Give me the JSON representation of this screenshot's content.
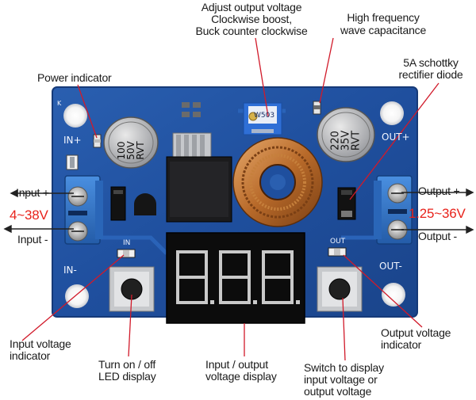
{
  "annotations": {
    "adjust_voltage": [
      "Adjust output voltage",
      "Clockwise boost,",
      "Buck counter clockwise"
    ],
    "high_freq_cap": [
      "High frequency",
      "wave capacitance"
    ],
    "schottky": [
      "5A schottky",
      "rectifier diode"
    ],
    "power_indicator": "Power indicator",
    "input_plus": "Input +",
    "input_minus": "Input -",
    "input_range": "4~38V",
    "output_plus": "Output +",
    "output_minus": "Output -",
    "output_range": "1.25~36V",
    "input_voltage_indicator": [
      "Input voltage",
      "indicator"
    ],
    "output_voltage_indicator": [
      "Output voltage",
      "indicator"
    ],
    "led_display_toggle": [
      "Turn on / off",
      "LED display"
    ],
    "io_voltage_display": [
      "Input / output",
      "voltage display"
    ],
    "switch_display": [
      "Switch to display",
      "input voltage or",
      "output voltage"
    ]
  },
  "board": {
    "in_plus": "IN+",
    "in_minus": "IN-",
    "out_plus": "OUT+",
    "out_minus": "OUT-",
    "in_led_label": "IN",
    "out_led_label": "OUT",
    "k_mark": "K",
    "pot_marking": "W503",
    "cap_left": [
      "100",
      "50V",
      "RVT"
    ],
    "cap_right": [
      "220",
      "35V",
      "RVT"
    ],
    "display_digits": "8.8.8."
  },
  "colors": {
    "board": "#1f4f9e",
    "board_edge": "#173e80",
    "terminal": "#2e73c9",
    "annotation_line": "#d11a2a",
    "range_text": "#e8221b"
  }
}
